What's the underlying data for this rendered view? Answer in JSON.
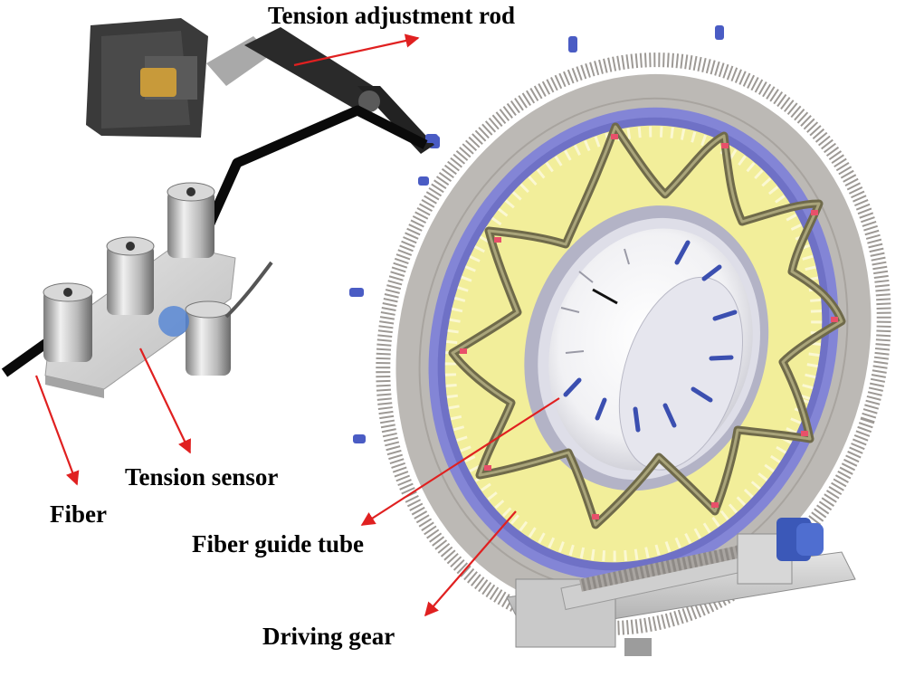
{
  "labels": {
    "tension_adjustment_rod": "Tension adjustment rod",
    "tension_sensor": "Tension sensor",
    "fiber": "Fiber",
    "fiber_guide_tube": "Fiber guide tube",
    "driving_gear": "Driving gear"
  },
  "colors": {
    "arrow": "#e02020",
    "fiber": "#0a0a0a",
    "gear_ring": "#b9b6b2",
    "yellow_disc": "#f2ee9a",
    "blue_ring": "#7d7fd0",
    "guide_tube": "#6f6a4a",
    "marker": "#e8506a"
  }
}
